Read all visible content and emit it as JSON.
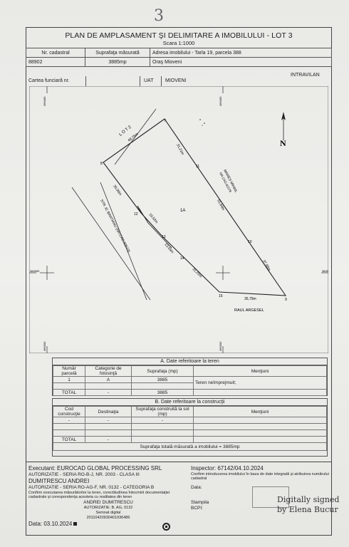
{
  "handwritten_mark": "3",
  "title": "PLAN DE AMPLASAMENT ŞI DELIMITARE A IMOBILULUI - LOT 3",
  "scale": "Scara 1:1000",
  "header": {
    "cadastral_label": "Nr. cadastral",
    "area_label": "Suprafaţa măsurată",
    "address_label": "Adresa imobilului - Tarla 19, parcela 388",
    "cadastral_value": "88902",
    "area_value": "3885mp",
    "address_value": "Oraş Mioveni",
    "cf_label": "Cartea funciară nr.",
    "uat_label": "UAT",
    "uat_value": "MIOVENI",
    "intravilan": "INTRAVILAN"
  },
  "plan": {
    "lot2_label": "L O T 2",
    "lot2_dim": "48,76m",
    "north": "N",
    "parcel_label": "1A",
    "neighbor_east": "MARES MIHAIL",
    "neighbor_east_cad": "NR.CAD.81578",
    "street_label": "STR. IC BRATIANU (NR.CAD.82519)",
    "river_label": "RAUL ARGESEL",
    "points": [
      "7",
      "8",
      "9",
      "10",
      "11",
      "12",
      "13",
      "14",
      "15"
    ],
    "distances": [
      "31,21m",
      "51,69m",
      "37,98m",
      "35,79m",
      "31,25m",
      "19,52m",
      "13,55m",
      "35,96m"
    ],
    "coord_left": "384900",
    "coord_right": "384900",
    "coord_top_left": "496400",
    "coord_top_right": "496400",
    "coord_bottom_left": "496300",
    "coord_bottom_right": "496300"
  },
  "section_a": {
    "caption": "A. Date referitoare la teren",
    "headers": [
      "Număr parcelă",
      "Categorie de folosinţă",
      "Suprafaţa (mp)",
      "Menţiuni"
    ],
    "row": {
      "nr": "1",
      "cat": "A",
      "area": "3885"
    },
    "mention": "Teren neîmprejmuit;",
    "total_label": "TOTAL",
    "total_cat": "-",
    "total_area": "3885"
  },
  "section_b": {
    "caption": "B. Date referitoare la construcţii",
    "headers": [
      "Cod construcţie",
      "Destinaţia",
      "Suprafaţa construită la sol (mp)",
      "Menţiuni"
    ],
    "dashes": [
      "-",
      "-",
      "-"
    ],
    "total_label": "TOTAL",
    "total_dash": "-",
    "total_area_label": "Suprafaţa totală măsurată a imobilului = 3885mp"
  },
  "footer": {
    "executant": "Executant: EUROCAD GLOBAL PROCESSING SRL",
    "autorizatie1": "AUTORIZATIE - SERIA RO-B-J, NR. 2003 - CLASA III",
    "name": "DUMITRESCU ANDREI",
    "autorizatie2": "AUTORIZATIE - SERIA RO-AG-F, NR. 0132 - CATEGORIA B",
    "confirm": "Confirm executarea măsurătorilor la teren, corectitudinea întocmirii documentaţiei cadastrale şi corespondenţa acesteia cu realitatea din teren",
    "stamp_name": "ANDREI DUMITRESCU",
    "stamp_line1": "AUTORIZATIE: B, AG, 0132",
    "stamp_line2": "Semnat digital",
    "stamp_line3": "20110420930401936486",
    "date": "Data: 03.10.2024",
    "inspector": "Inspector:  67142/04.10.2024",
    "inspector_text": "Confirm introducerea imobilului în baza de date integrată şi atribuirea numărului cadastral",
    "data_label": "Data:",
    "stampila_label": "Stampila",
    "bcpi_label": "BCPI:",
    "digital_sig1": "Digitally signed",
    "digital_sig2": "by Elena Bucur"
  }
}
